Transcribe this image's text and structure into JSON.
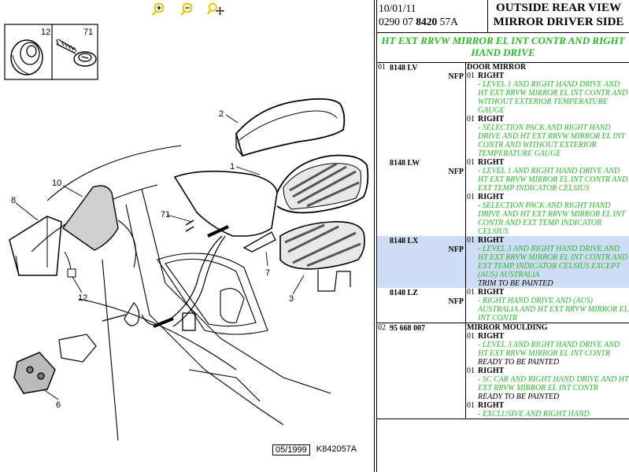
{
  "zoom_toolbar": {
    "zoom_in": "zoom-in",
    "zoom_out": "zoom-out",
    "zoom_pan": "zoom-pan"
  },
  "diagram": {
    "callouts": [
      "12",
      "71",
      "2",
      "1",
      "10",
      "8",
      "71",
      "7",
      "12",
      "3",
      "6"
    ],
    "date_code": "05/1999",
    "diagram_code": "K842057A"
  },
  "header": {
    "date": "10/01/11",
    "code_prefix": "0290 07 ",
    "code_bold": "8420",
    "code_suffix": " 57A",
    "title_line1": "OUTSIDE REAR VIEW",
    "title_line2": "MIRROR DRIVER SIDE"
  },
  "subtitle": "HT EXT RRVW MIRROR EL INT CONTR AND RIGHT HAND DRIVE",
  "groups": [
    {
      "index": "01",
      "title": "DOOR MIRROR",
      "rows": [
        {
          "ref": "8148 LV",
          "nfp": "NFP",
          "highlight": false,
          "variants": [
            {
              "qty": "01",
              "name": "RIGHT",
              "desc": "- LEVEL 1 AND RIGHT HAND DRIVE AND HT EXT RRVW MIRROR EL INT CONTR AND WITHOUT EXTERIOR TEMPERATURE GAUGE",
              "note": ""
            },
            {
              "qty": "01",
              "name": "RIGHT",
              "desc": "- SELECTION PACK AND RIGHT HAND DRIVE AND HT EXT RRVW MIRROR EL INT CONTR AND WITHOUT EXTERIOR TEMPERATURE GAUGE",
              "note": ""
            }
          ]
        },
        {
          "ref": "8148 LW",
          "nfp": "NFP",
          "highlight": false,
          "variants": [
            {
              "qty": "01",
              "name": "RIGHT",
              "desc": "- LEVEL 1 AND RIGHT HAND DRIVE AND HT EXT RRVW MIRROR EL INT CONTR AND EXT TEMP INDICATOR CELSIUS",
              "note": ""
            },
            {
              "qty": "01",
              "name": "RIGHT",
              "desc": "- SELECTION PACK AND RIGHT HAND DRIVE AND HT EXT RRVW MIRROR EL INT CONTR AND EXT TEMP INDICATOR CELSIUS",
              "note": ""
            }
          ]
        },
        {
          "ref": "8148 LX",
          "nfp": "NFP",
          "highlight": true,
          "variants": [
            {
              "qty": "01",
              "name": "RIGHT",
              "desc": "- LEVEL 3 AND RIGHT HAND DRIVE AND HT EXT RRVW MIRROR EL INT CONTR AND EXT TEMP INDICATOR CELSIUS EXCEPT (AUS) AUSTRALIA",
              "note": "TRIM TO BE PAINTED"
            }
          ]
        },
        {
          "ref": "8148 LZ",
          "nfp": "NFP",
          "highlight": false,
          "variants": [
            {
              "qty": "01",
              "name": "RIGHT",
              "desc": "- RIGHT HAND DRIVE AND (AUS) AUSTRALIA AND HT EXT RRVW MIRROR EL INT CONTR",
              "note": ""
            }
          ]
        }
      ]
    },
    {
      "index": "02",
      "title": "MIRROR MOULDING",
      "rows": [
        {
          "ref": "95 668 007",
          "nfp": "",
          "highlight": false,
          "variants": [
            {
              "qty": "01",
              "name": "RIGHT",
              "desc": "- LEVEL 3 AND RIGHT HAND DRIVE AND HT EXT RRVW MIRROR EL INT CONTR",
              "note": "READY TO BE PAINTED"
            },
            {
              "qty": "01",
              "name": "RIGHT",
              "desc": "- SC CAR AND RIGHT HAND DRIVE AND HT EXT RRVW MIRROR EL INT CONTR",
              "note": "READY TO BE PAINTED"
            },
            {
              "qty": "01",
              "name": "RIGHT",
              "desc": "- EXCLUSIVE AND RIGHT HAND",
              "note": ""
            }
          ]
        }
      ]
    }
  ],
  "colors": {
    "green_text": "#2db52d",
    "highlight_row": "#cfdcf5",
    "zoom_icon": "#e6c400"
  }
}
